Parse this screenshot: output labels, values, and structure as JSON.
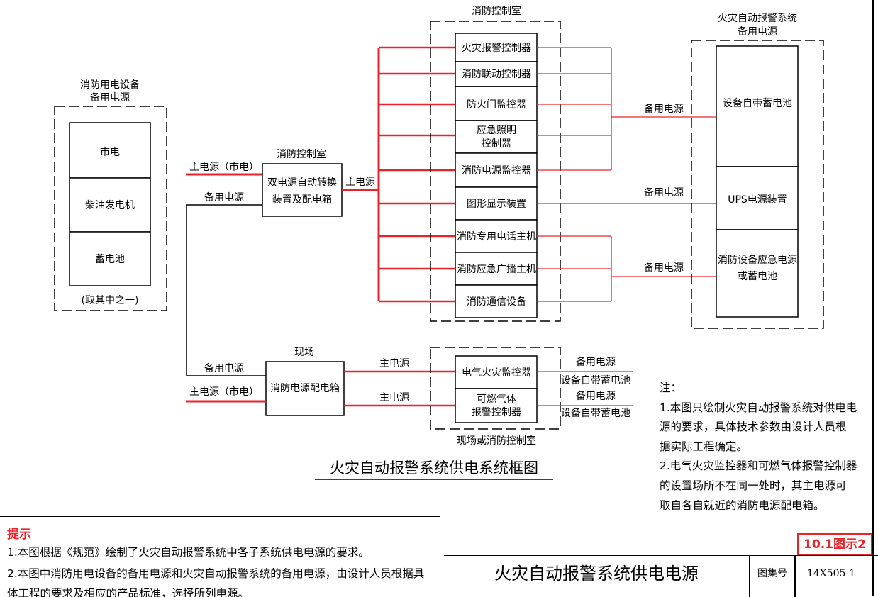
{
  "left_source": {
    "heading_line1": "消防用电设备",
    "heading_line2": "备用电源",
    "options": [
      "市电",
      "柴油发电机",
      "蓄电池"
    ],
    "footnote": "(取其中之一)"
  },
  "ats": {
    "heading": "消防控制室",
    "label_line1": "双电源自动转换",
    "label_line2": "装置及配电箱",
    "in_main": "主电源（市电）",
    "in_backup": "备用电源",
    "out_main": "主电源"
  },
  "control_room": {
    "heading": "消防控制室",
    "devices": [
      {
        "line1": "火灾报警控制器",
        "line2": ""
      },
      {
        "line1": "消防联动控制器",
        "line2": ""
      },
      {
        "line1": "防火门监控器",
        "line2": ""
      },
      {
        "line1": "应急照明",
        "line2": "控制器"
      },
      {
        "line1": "消防电源监控器",
        "line2": ""
      },
      {
        "line1": "图形显示装置",
        "line2": ""
      },
      {
        "line1": "消防专用电话主机",
        "line2": ""
      },
      {
        "line1": "消防应急广播主机",
        "line2": ""
      },
      {
        "line1": "消防通信设备",
        "line2": ""
      }
    ]
  },
  "backup_power": {
    "heading_line1": "火灾自动报警系统",
    "heading_line2": "备用电源",
    "sources": [
      {
        "line1": "设备自带蓄电池",
        "line2": ""
      },
      {
        "line1": "UPS电源装置",
        "line2": ""
      },
      {
        "line1": "消防设备应急电源",
        "line2": "或蓄电池"
      }
    ],
    "link_labels": [
      "备用电源",
      "备用电源",
      "备用电源"
    ]
  },
  "field": {
    "heading": "现场",
    "box_label": "消防电源配电箱",
    "in_backup": "备用电源",
    "in_main": "主电源（市电）",
    "out_main_1": "主电源",
    "out_main_2": "主电源",
    "area_caption": "现场或消防控制室",
    "devices": [
      {
        "line1": "电气火灾监控器",
        "line2": ""
      },
      {
        "line1": "可燃气体",
        "line2": "报警控制器"
      }
    ],
    "backup_notes": [
      {
        "line1": "备用电源",
        "line2": "设备自带蓄电池"
      },
      {
        "line1": "备用电源",
        "line2": "设备自带蓄电池"
      }
    ]
  },
  "diagram_title": "火灾自动报警系统供电系统框图",
  "notes": {
    "heading": "注：",
    "lines": [
      "1.本图只绘制火灾自动报警系统对供电电",
      "   源的要求，具体技术参数由设计人员根",
      "   据实际工程确定。",
      "2.电气火灾监控器和可燃气体报警控制器",
      "   的设置场所不在同一处时，其主电源可",
      "   取自各自就近的消防电源配电箱。"
    ]
  },
  "tips": {
    "heading": "提示",
    "lines": [
      "1.本图根据《规范》绘制了火灾自动报警系统中各子系统供电电源的要求。",
      "2.本图中消防用电设备的备用电源和火灾自动报警系统的备用电源，由设计人员根据具",
      "   体工程的要求及相应的产品标准，选择所列电源。"
    ]
  },
  "title_block": {
    "title": "火灾自动报警系统供电电源",
    "atlas_label": "图集号",
    "atlas_code": "14X505-1",
    "sheet_tag": "10.1图示2"
  },
  "colors": {
    "main_power_line": "#e8242a",
    "backup_power_line": "#000000",
    "tip_heading": "#e8242a"
  }
}
